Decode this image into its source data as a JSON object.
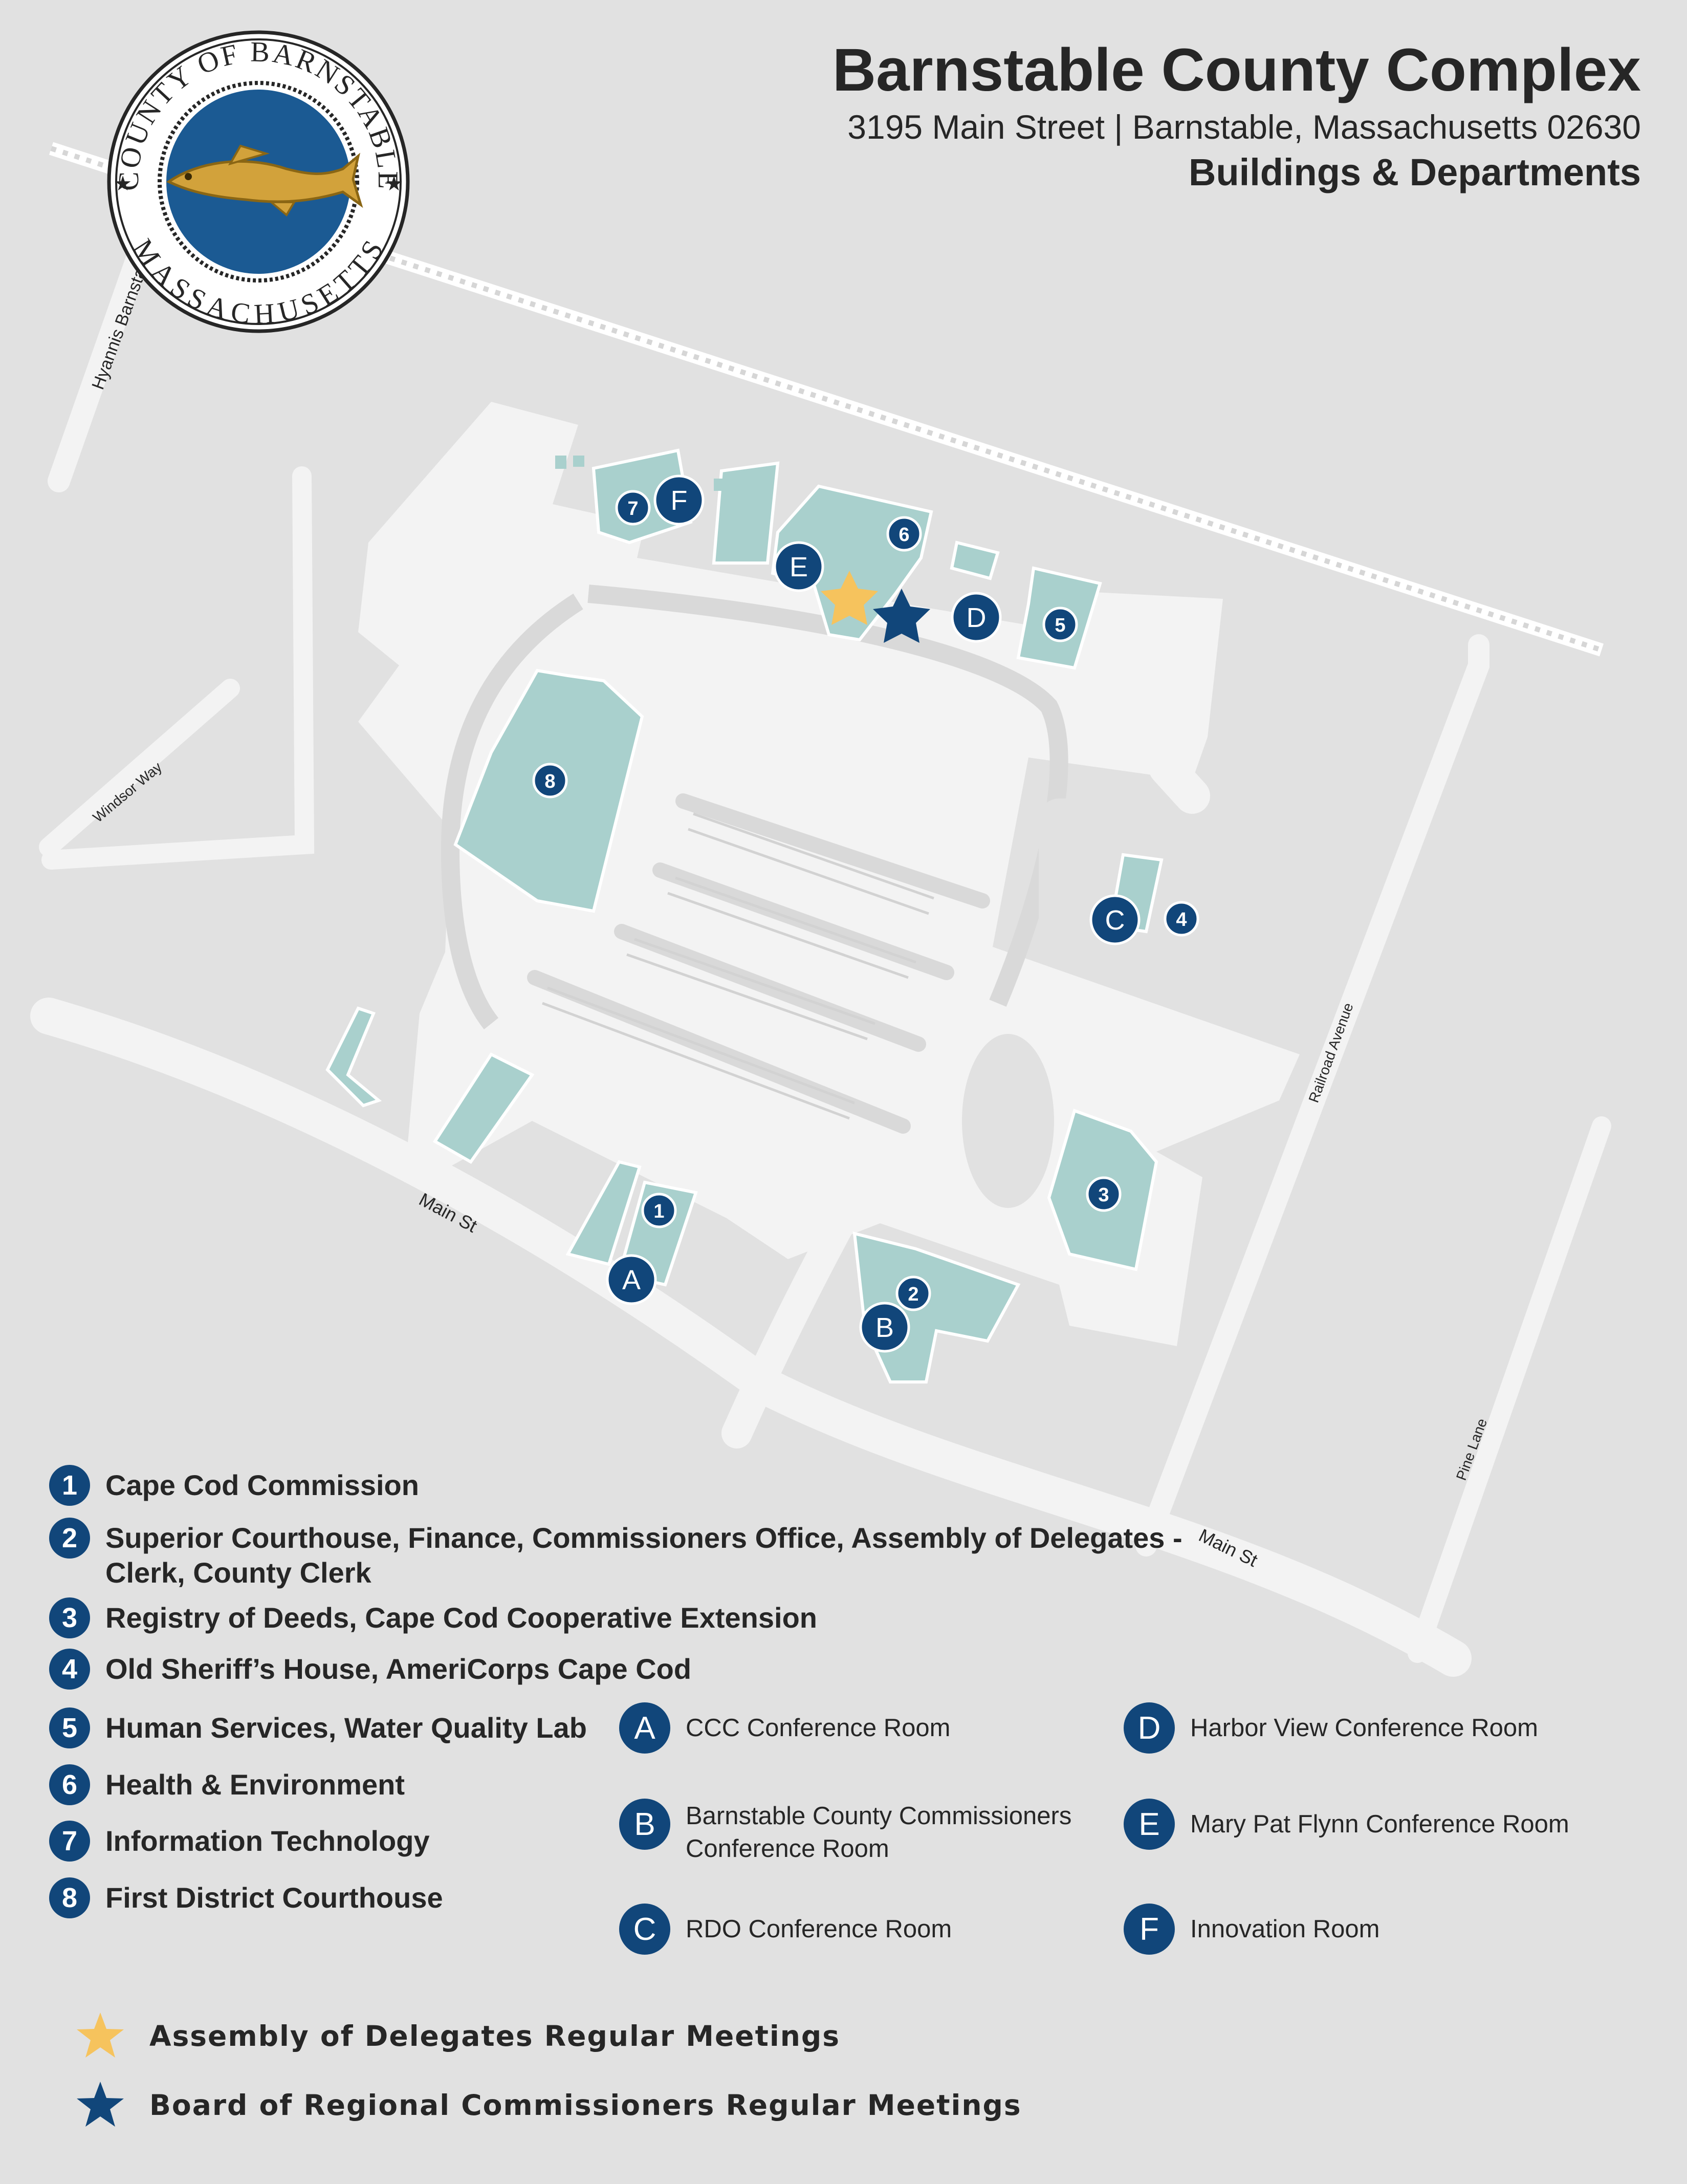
{
  "header": {
    "title": "Barnstable County Complex",
    "address": "3195 Main Street | Barnstable, Massachusetts 02630",
    "subtitle": "Buildings & Departments"
  },
  "seal": {
    "top_text": "COUNTY OF BARNSTABLE",
    "bottom_text": "MASSACHUSETTS",
    "icon": "cod-fish-icon"
  },
  "streets": {
    "hyannis": "Hyannis Barnstable Rd",
    "windsor": "Windsor Way",
    "railroad": "Railroad Avenue",
    "pine": "Pine Lane",
    "main_left": "Main St",
    "main_right": "Main St"
  },
  "map_markers": {
    "b1": "1",
    "b2": "2",
    "b3": "3",
    "b4": "4",
    "b5": "5",
    "b6": "6",
    "b7": "7",
    "b8": "8",
    "rA": "A",
    "rB": "B",
    "rC": "C",
    "rD": "D",
    "rE": "E",
    "rF": "F"
  },
  "buildings": [
    {
      "num": "1",
      "name": "Cape Cod Commission"
    },
    {
      "num": "2",
      "name": "Superior Courthouse, Finance, Commissioners Office, Assembly of Delegates -",
      "name_line2": "Clerk, County Clerk"
    },
    {
      "num": "3",
      "name": "Registry of Deeds, Cape Cod Cooperative Extension"
    },
    {
      "num": "4",
      "name": "Old Sheriff’s House, AmeriCorps Cape Cod"
    },
    {
      "num": "5",
      "name": "Human Services, Water Quality Lab"
    },
    {
      "num": "6",
      "name": "Health & Environment"
    },
    {
      "num": "7",
      "name": "Information Technology"
    },
    {
      "num": "8",
      "name": "First District Courthouse"
    }
  ],
  "rooms": [
    {
      "letter": "A",
      "name": "CCC Conference Room"
    },
    {
      "letter": "B",
      "name": "Barnstable County Commissioners",
      "name_line2": "Conference Room"
    },
    {
      "letter": "C",
      "name": "RDO Conference Room"
    },
    {
      "letter": "D",
      "name": "Harbor View Conference Room"
    },
    {
      "letter": "E",
      "name": "Mary Pat Flynn Conference Room"
    },
    {
      "letter": "F",
      "name": "Innovation Room"
    }
  ],
  "meetings": {
    "assembly": "Assembly of Delegates Regular Meetings",
    "board": "Board of Regional Commissioners Regular Meetings"
  },
  "colors": {
    "background": "#e1e1e1",
    "road": "#f3f3f3",
    "building": "#a9d0cd",
    "marker": "#11467a",
    "star_assembly": "#f6c35d",
    "star_board": "#11467a"
  }
}
